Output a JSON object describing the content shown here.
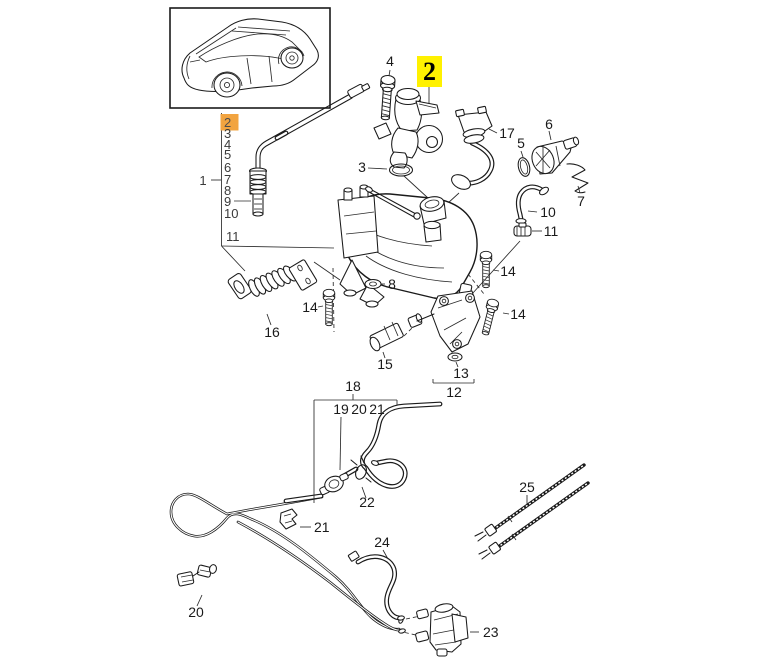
{
  "diagram": {
    "type": "exploded-parts-diagram",
    "selected_callout": "2",
    "colors": {
      "background": "#FFFFFF",
      "line": "#1A1A1A",
      "legend_highlight_bg": "#F2A440",
      "callout_highlight_bg": "#FFF100"
    },
    "legend": {
      "assembly_label": "1",
      "items": [
        "2",
        "3",
        "4",
        "5",
        "6",
        "7",
        "8",
        "9",
        "10",
        "11"
      ]
    },
    "callouts": {
      "1": "1",
      "2": "2",
      "3": "3",
      "4": "4",
      "5": "5",
      "6": "6",
      "7": "7",
      "8": "8",
      "9": "9",
      "10": "10",
      "11": "11",
      "12": "12",
      "13": "13",
      "14": "14",
      "15": "15",
      "16": "16",
      "17": "17",
      "18": "18",
      "19": "19",
      "20": "20",
      "21": "21",
      "22": "22",
      "23": "23",
      "24": "24",
      "25": "25"
    }
  }
}
